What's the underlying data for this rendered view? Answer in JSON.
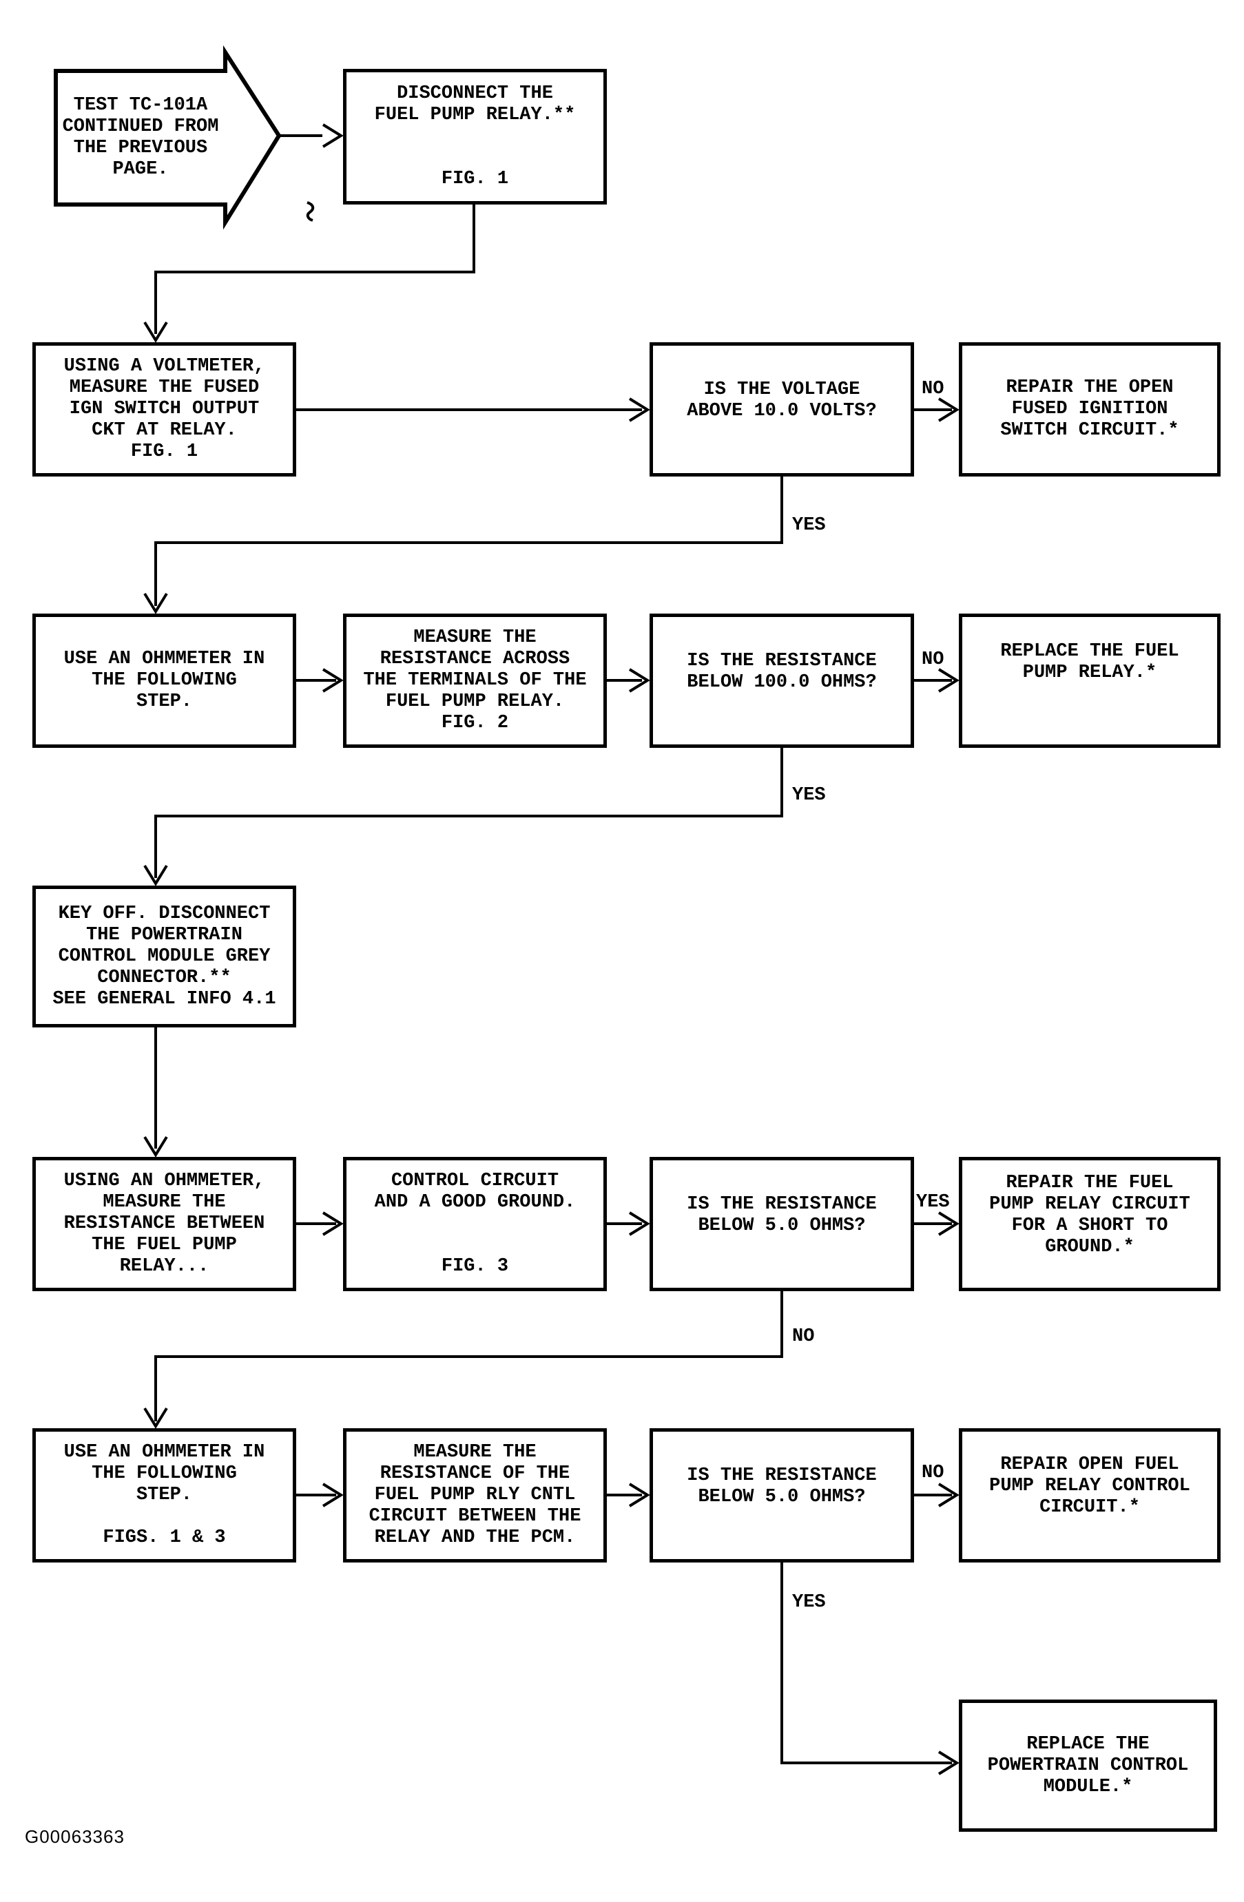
{
  "figure_label": "G00063363",
  "flow": {
    "nodes": {
      "start": {
        "type": "offpage_connector",
        "text": "TEST TC-101A\nCONTINUED FROM\nTHE PREVIOUS\nPAGE."
      },
      "disconnect_relay": {
        "type": "process",
        "text": "DISCONNECT THE\nFUEL PUMP RELAY.**\n\n\nFIG. 1"
      },
      "measure_voltage": {
        "type": "process",
        "text": "USING A VOLTMETER,\nMEASURE THE FUSED\nIGN SWITCH OUTPUT\nCKT AT RELAY.\nFIG. 1"
      },
      "voltage_above_10": {
        "type": "decision",
        "text": "IS THE VOLTAGE\nABOVE 10.0 VOLTS?"
      },
      "repair_ign_circuit": {
        "type": "action",
        "text": "REPAIR THE OPEN\nFUSED IGNITION\nSWITCH CIRCUIT.*"
      },
      "use_ohmmeter_1": {
        "type": "process",
        "text": "USE AN OHMMETER IN\nTHE FOLLOWING\nSTEP."
      },
      "measure_relay_resistance": {
        "type": "process",
        "text": "MEASURE THE\nRESISTANCE ACROSS\nTHE TERMINALS OF THE\nFUEL PUMP RELAY.\nFIG. 2"
      },
      "resistance_below_100": {
        "type": "decision",
        "text": "IS THE RESISTANCE\nBELOW 100.0 OHMS?"
      },
      "replace_relay": {
        "type": "action",
        "text": "REPLACE THE FUEL\nPUMP RELAY.*"
      },
      "key_off_disconnect_pcm": {
        "type": "process",
        "text": "KEY OFF. DISCONNECT\nTHE POWERTRAIN\nCONTROL MODULE GREY\nCONNECTOR.**\nSEE GENERAL INFO 4.1"
      },
      "measure_between_relay": {
        "type": "process",
        "text": "USING AN OHMMETER,\nMEASURE THE\nRESISTANCE BETWEEN\nTHE FUEL PUMP\nRELAY..."
      },
      "control_circuit_ground": {
        "type": "process",
        "text": "CONTROL CIRCUIT\nAND A GOOD GROUND.\n\n\nFIG. 3"
      },
      "resistance_below_5_a": {
        "type": "decision",
        "text": "IS THE RESISTANCE\nBELOW 5.0 OHMS?"
      },
      "repair_short_to_ground": {
        "type": "action",
        "text": "REPAIR THE FUEL\nPUMP RELAY CIRCUIT\nFOR A SHORT TO\nGROUND.*"
      },
      "use_ohmmeter_2": {
        "type": "process",
        "text": "USE AN OHMMETER IN\nTHE FOLLOWING\nSTEP.\n\nFIGS. 1 & 3"
      },
      "measure_rly_cntl_circuit": {
        "type": "process",
        "text": "MEASURE THE\nRESISTANCE OF THE\nFUEL PUMP RLY CNTL\nCIRCUIT BETWEEN THE\nRELAY AND THE PCM."
      },
      "resistance_below_5_b": {
        "type": "decision",
        "text": "IS THE RESISTANCE\nBELOW 5.0 OHMS?"
      },
      "repair_open_control_circuit": {
        "type": "action",
        "text": "REPAIR OPEN FUEL\nPUMP RELAY CONTROL\nCIRCUIT.*"
      },
      "replace_pcm": {
        "type": "action",
        "text": "REPLACE THE\nPOWERTRAIN CONTROL\nMODULE.*"
      }
    },
    "connections": [
      {
        "from": "start",
        "to": "disconnect_relay",
        "label": ""
      },
      {
        "from": "disconnect_relay",
        "to": "measure_voltage",
        "label": ""
      },
      {
        "from": "measure_voltage",
        "to": "voltage_above_10",
        "label": ""
      },
      {
        "from": "voltage_above_10",
        "to": "repair_ign_circuit",
        "label": "NO"
      },
      {
        "from": "voltage_above_10",
        "to": "use_ohmmeter_1",
        "label": "YES"
      },
      {
        "from": "use_ohmmeter_1",
        "to": "measure_relay_resistance",
        "label": ""
      },
      {
        "from": "measure_relay_resistance",
        "to": "resistance_below_100",
        "label": ""
      },
      {
        "from": "resistance_below_100",
        "to": "replace_relay",
        "label": "NO"
      },
      {
        "from": "resistance_below_100",
        "to": "key_off_disconnect_pcm",
        "label": "YES"
      },
      {
        "from": "key_off_disconnect_pcm",
        "to": "measure_between_relay",
        "label": ""
      },
      {
        "from": "measure_between_relay",
        "to": "control_circuit_ground",
        "label": ""
      },
      {
        "from": "control_circuit_ground",
        "to": "resistance_below_5_a",
        "label": ""
      },
      {
        "from": "resistance_below_5_a",
        "to": "repair_short_to_ground",
        "label": "YES"
      },
      {
        "from": "resistance_below_5_a",
        "to": "use_ohmmeter_2",
        "label": "NO"
      },
      {
        "from": "use_ohmmeter_2",
        "to": "measure_rly_cntl_circuit",
        "label": ""
      },
      {
        "from": "measure_rly_cntl_circuit",
        "to": "resistance_below_5_b",
        "label": ""
      },
      {
        "from": "resistance_below_5_b",
        "to": "repair_open_control_circuit",
        "label": "NO"
      },
      {
        "from": "resistance_below_5_b",
        "to": "replace_pcm",
        "label": "YES"
      }
    ]
  }
}
